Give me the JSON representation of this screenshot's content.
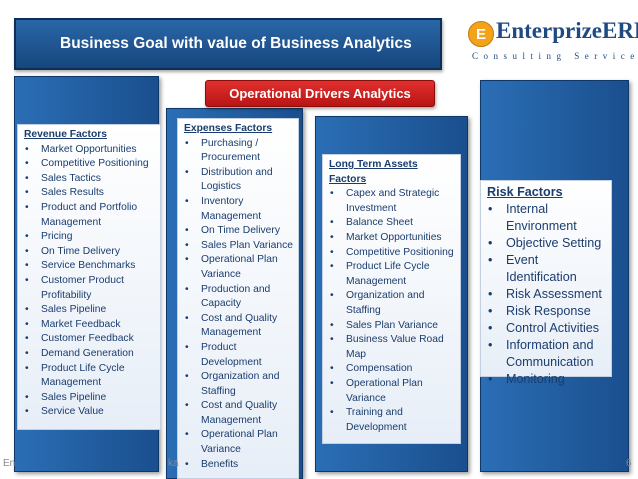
{
  "title": "Business Goal with value of Business Analytics",
  "banner": "Operational Drivers Analytics",
  "logo": {
    "mark": "E",
    "name": "EnterprizeERP",
    "tagline": "Consulting Services"
  },
  "columns": [
    {
      "header": "Revenue Factors",
      "items": [
        "Market Opportunities",
        "Competitive Positioning",
        "Sales Tactics",
        "Sales Results",
        "Product and Portfolio Management",
        "Pricing",
        "On Time Delivery",
        "Service Benchmarks",
        "Customer Product Profitability",
        "Sales Pipeline",
        "Market Feedback",
        "Customer Feedback",
        "Demand Generation",
        "Product Life Cycle Management",
        "Sales Pipeline",
        "Service Value"
      ]
    },
    {
      "header": "Expenses Factors",
      "items": [
        "Purchasing / Procurement",
        "Distribution and Logistics",
        "Inventory Management",
        "On Time Delivery",
        "Sales Plan Variance",
        "Operational Plan Variance",
        "Production and Capacity",
        "Cost and Quality Management",
        "Product Development",
        "Organization and Staffing",
        "Cost and Quality Management",
        "Operational Plan Variance",
        "Benefits"
      ]
    },
    {
      "header": "Long Term Assets Factors",
      "items": [
        "Capex and Strategic Investment",
        "Balance Sheet",
        "Market Opportunities",
        "Competitive Positioning",
        "Product Life Cycle Management",
        "Organization and Staffing",
        "Sales Plan Variance",
        "Business Value Road Map",
        "Compensation",
        "Operational Plan Variance",
        "Training and Development"
      ]
    },
    {
      "header": "Risk Factors",
      "items": [
        "Internal Environment",
        "Objective Setting",
        "Event Identification",
        "Risk Assessment",
        "Risk Response",
        "Control Activities",
        "Information and Communication",
        "Monitoring"
      ]
    }
  ],
  "footer": {
    "left": "En",
    "middle": "ka",
    "right": "6"
  }
}
